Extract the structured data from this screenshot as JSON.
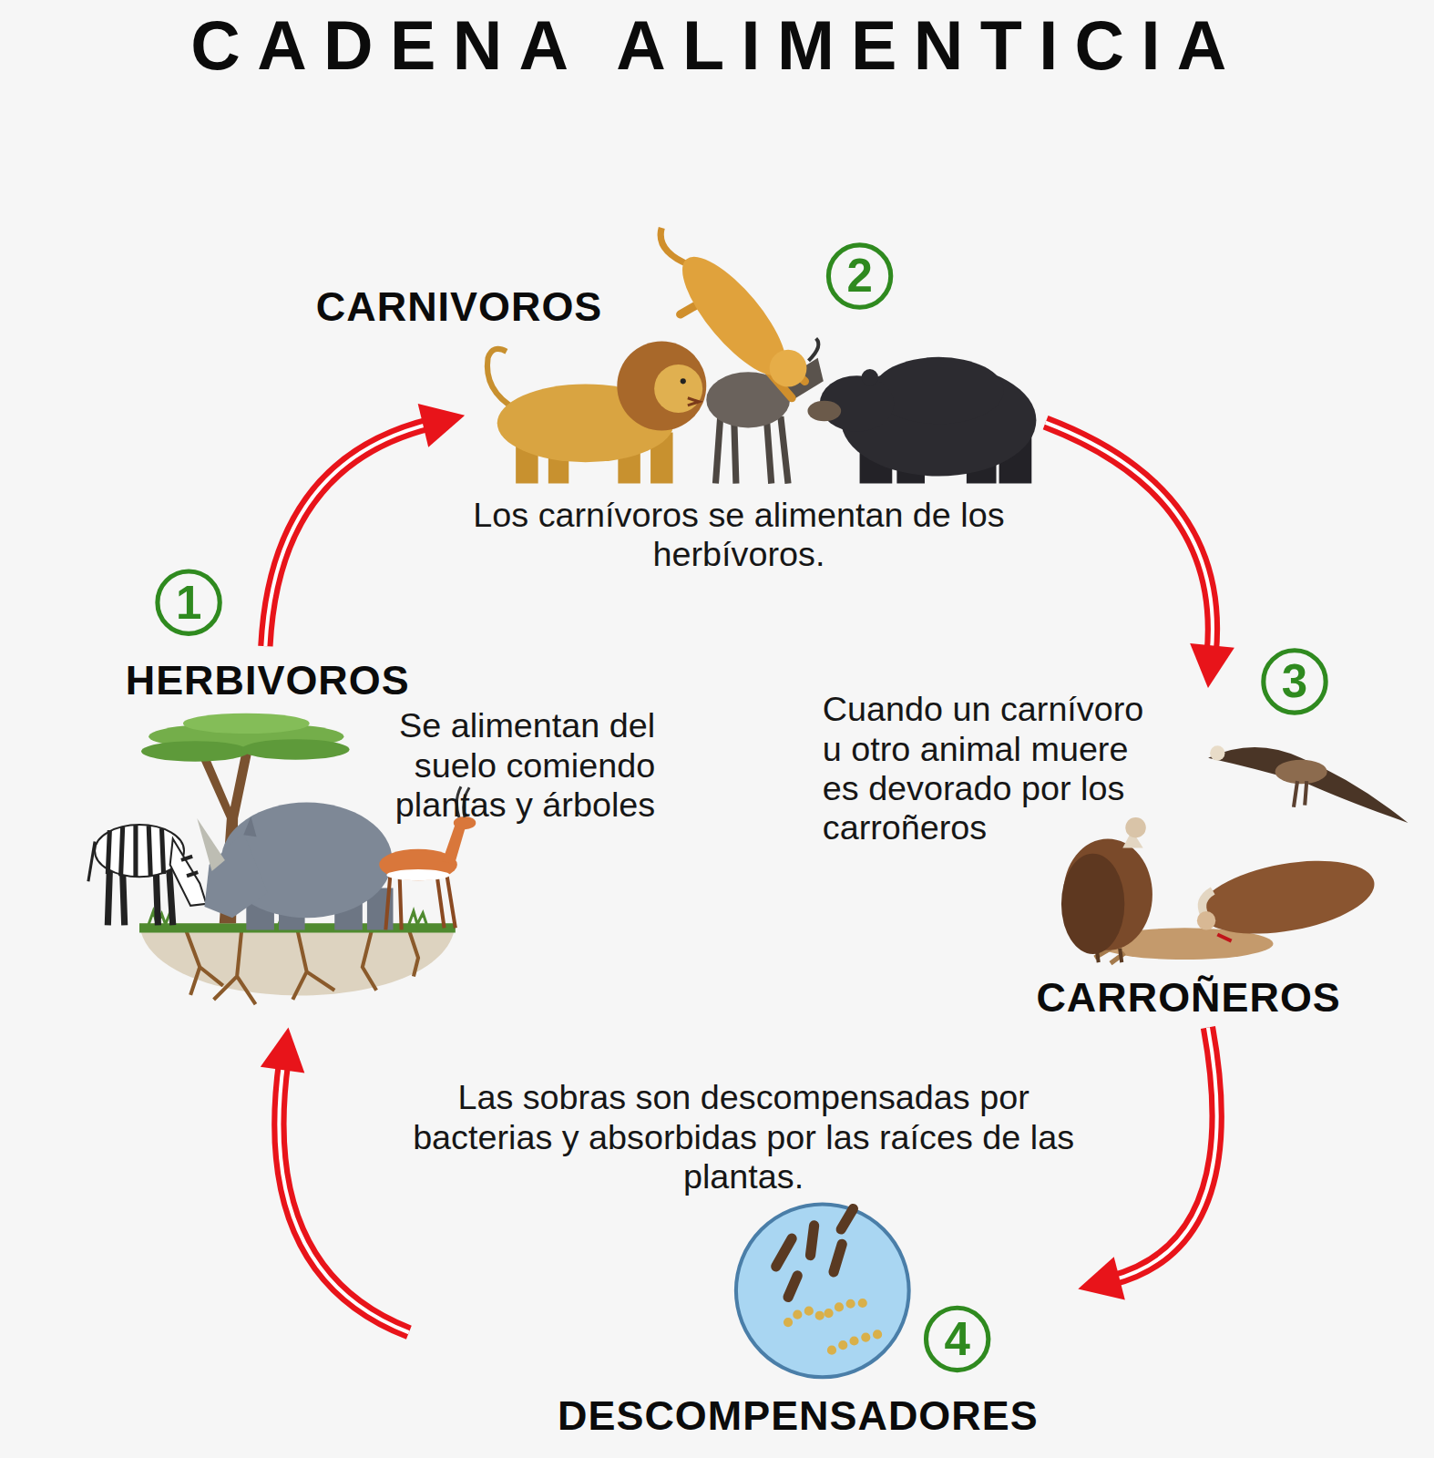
{
  "diagram": {
    "title": "CADENA ALIMENTICIA",
    "nodes": [
      {
        "text": [
          "HERBIVOROS",
          "Se alimentan del suelo comiendo plantas y árboles"
        ]
      },
      {
        "text": [
          "CARNIVOROS",
          "Los carnívoros se alimentan de los herbívoros."
        ]
      },
      {
        "text": [
          "Cuando un carnívoro u otro animal muere es devorado por los carroñeros",
          "CARROÑEROS"
        ]
      },
      {
        "text": [
          "Las sobras son descompensadas por bacterias y absorbidas por las raíces de las plantas.",
          "DESCOMPENSADORES"
        ]
      }
    ],
    "edges": [
      {
        "from": 0,
        "to": 1,
        "arrow": "to"
      },
      {
        "from": 1,
        "to": 2,
        "arrow": "to"
      },
      {
        "from": 2,
        "to": 3,
        "arrow": "to"
      },
      {
        "from": 3,
        "to": 0,
        "arrow": "to"
      }
    ],
    "labels": [
      "1",
      "2",
      "3",
      "4"
    ]
  }
}
